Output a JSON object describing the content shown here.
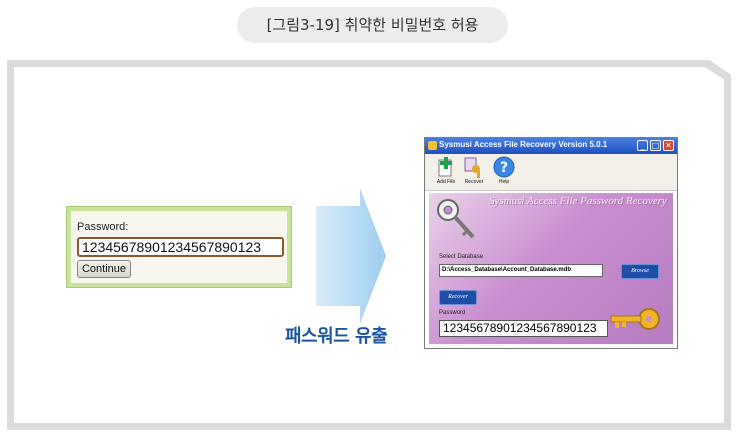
{
  "caption": "[그림3-19] 취약한 비밀번호 허용",
  "login_form": {
    "label": "Password:",
    "value": "12345678901234567890123",
    "button": "Continue"
  },
  "leak_label": "패스워드 유출",
  "app": {
    "title": "Sysmusi Access File Recovery Version 5.0.1",
    "toolbar": {
      "add_file": "Add File",
      "recover": "Recover",
      "help": "Help"
    },
    "panel_title": "Sysmusi Access File Password Recovery",
    "select_label": "Select Database",
    "db_path": "D:\\Access_Database\\Account_Database.mdb",
    "browse": "Browse",
    "recover": "Recover",
    "password_label": "Password",
    "password_value": "12345678901234567890123"
  },
  "colors": {
    "caption_bg": "#ececec",
    "leak_text": "#1d56a0",
    "arrow": "#a9d4f2",
    "titlebar": "#2a5cd0",
    "panel": "#c98fcf"
  }
}
